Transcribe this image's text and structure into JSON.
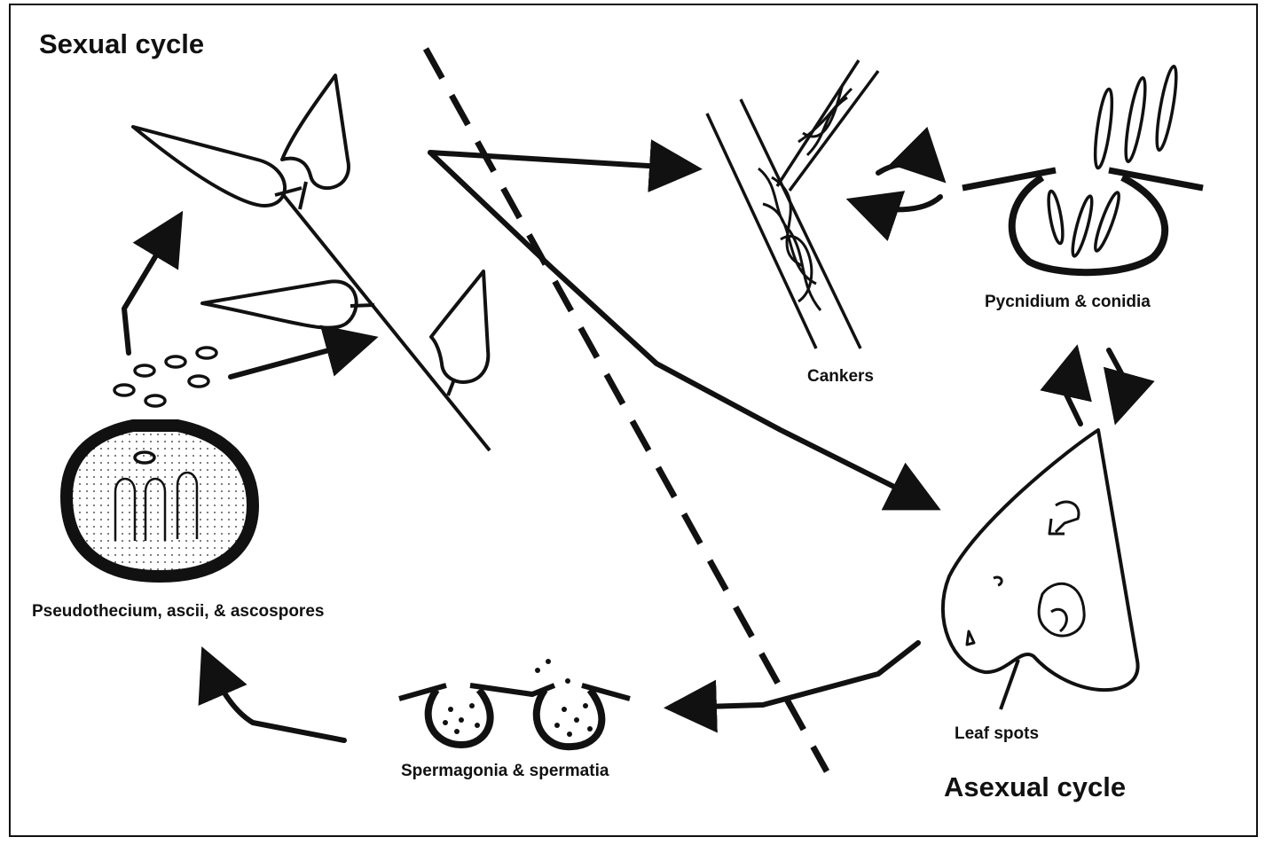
{
  "title_sexual": "Sexual cycle",
  "title_asexual": "Asexual cycle",
  "labels": {
    "pseudothecium": "Pseudothecium, ascii, & ascospores",
    "spermagonia": "Spermagonia & spermatia",
    "cankers": "Cankers",
    "pycnidium": "Pycnidium & conidia",
    "leaf_spots": "Leaf spots"
  },
  "colors": {
    "ink": "#111111",
    "background": "#ffffff",
    "stipple": "#555555"
  }
}
